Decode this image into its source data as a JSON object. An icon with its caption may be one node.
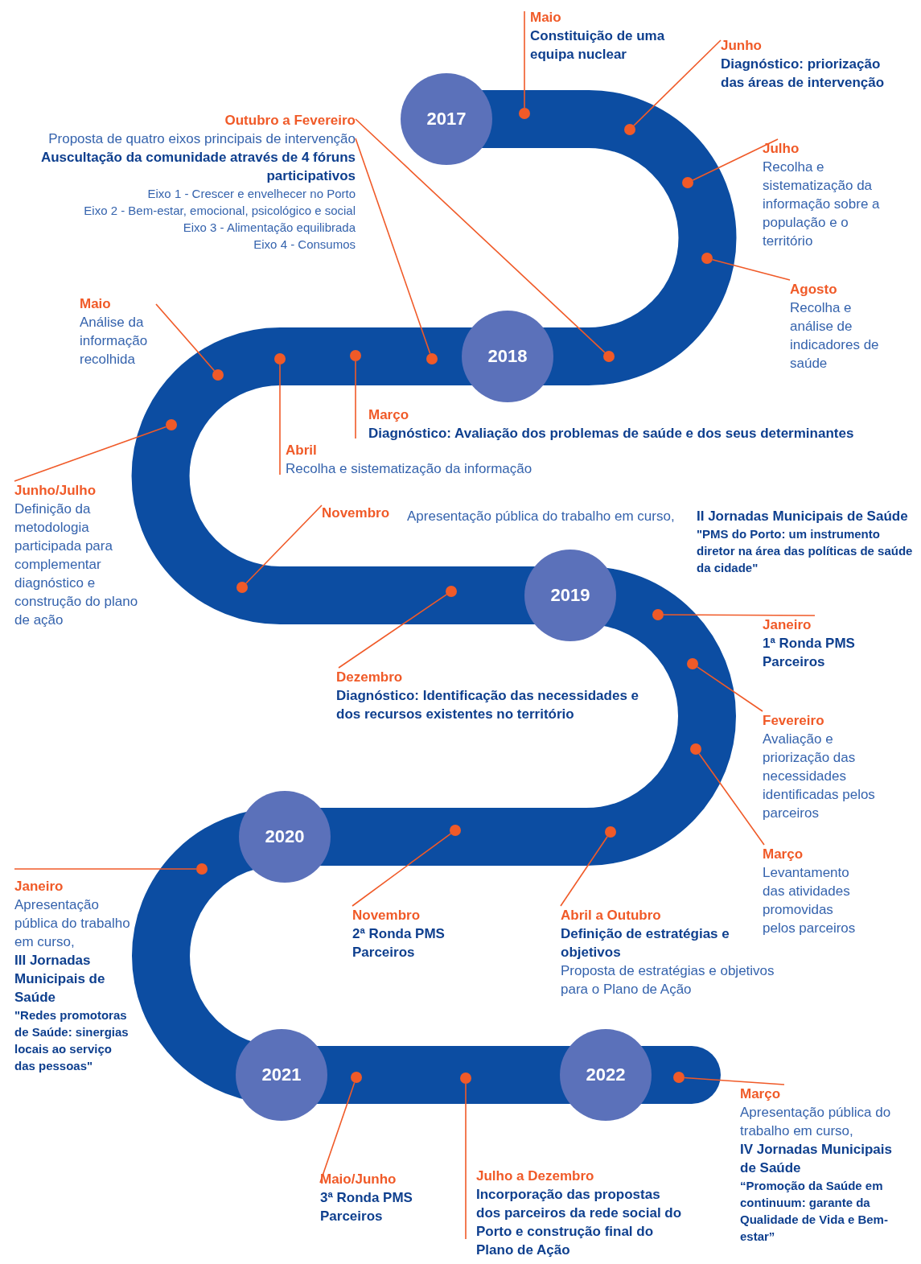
{
  "diagram": {
    "nodes": [
      {
        "text": [
          "2017"
        ]
      },
      {
        "text": [
          "Maio",
          "Constituição de uma equipa nuclear"
        ]
      },
      {
        "text": [],
        "shape": "circle"
      },
      {
        "text": [
          "Junho",
          "Diagnóstico: priorização das áreas de intervenção"
        ]
      },
      {
        "text": [],
        "shape": "circle"
      },
      {
        "text": [
          "Julho",
          "Recolha e sistematização da informação sobre a população e o território"
        ]
      },
      {
        "text": [],
        "shape": "circle"
      },
      {
        "text": [
          "Agosto",
          "Recolha e análise de indicadores de saúde"
        ]
      },
      {
        "text": [],
        "shape": "circle"
      },
      {
        "text": [
          "2018"
        ]
      },
      {
        "text": [
          "Outubro a Fevereiro",
          "Proposta de quatro eixos principais de intervenção",
          "Auscultação da comunidade através de 4 fóruns participativos",
          "Eixo 1 - Crescer e envelhecer no Porto",
          "Eixo 2 - Bem-estar, emocional, psicológico e social",
          "Eixo 3 - Alimentação equilibrada",
          "Eixo 4 - Consumos"
        ]
      },
      {
        "text": [],
        "shape": "circle"
      },
      {
        "text": [],
        "shape": "circle"
      },
      {
        "text": [
          "Maio",
          "Análise da informação recolhida"
        ]
      },
      {
        "text": [],
        "shape": "circle"
      },
      {
        "text": [
          "Abril",
          "Recolha e sistematização da informação"
        ]
      },
      {
        "text": [],
        "shape": "circle"
      },
      {
        "text": [
          "Março",
          "Diagnóstico: Avaliação dos problemas de saúde e dos seus determinantes"
        ]
      },
      {
        "text": [],
        "shape": "circle"
      },
      {
        "text": [
          "Junho/Julho",
          "Definição da metodologia participada para complementar diagnóstico e construção do plano de ação"
        ]
      },
      {
        "text": [],
        "shape": "circle"
      },
      {
        "text": [
          "Novembro",
          "Apresentação pública do trabalho em curso,",
          "II Jornadas Municipais de Saúde",
          "\"PMS do Porto: um instrumento diretor na área das políticas de saúde da cidade\""
        ]
      },
      {
        "text": [],
        "shape": "circle"
      },
      {
        "text": [
          "Dezembro",
          "Diagnóstico: Identificação das necessidades e dos recursos existentes no território"
        ]
      },
      {
        "text": [],
        "shape": "circle"
      },
      {
        "text": [
          "2019"
        ]
      },
      {
        "text": [
          "Janeiro",
          "1ª Ronda PMS Parceiros"
        ]
      },
      {
        "text": [],
        "shape": "circle"
      },
      {
        "text": [
          "Fevereiro",
          "Avaliação e priorização das necessidades identificadas pelos parceiros"
        ]
      },
      {
        "text": [],
        "shape": "circle"
      },
      {
        "text": [
          "Março",
          "Levantamento das atividades promovidas pelos parceiros"
        ]
      },
      {
        "text": [],
        "shape": "circle"
      },
      {
        "text": [
          "2020"
        ]
      },
      {
        "text": [
          "Novembro",
          "2ª Ronda PMS Parceiros"
        ]
      },
      {
        "text": [],
        "shape": "circle"
      },
      {
        "text": [
          "Abril a Outubro",
          "Definição de estratégias e objetivos",
          "Proposta de estratégias e objetivos para o Plano de Ação"
        ]
      },
      {
        "text": [],
        "shape": "circle"
      },
      {
        "text": [
          "Janeiro",
          "Apresentação pública do trabalho em curso,",
          "III Jornadas Municipais de Saúde",
          "\"Redes promotoras de Saúde: sinergias locais ao serviço das pessoas\""
        ]
      },
      {
        "text": [],
        "shape": "circle"
      },
      {
        "text": [
          "2021"
        ]
      },
      {
        "text": [
          "Maio/Junho",
          "3ª Ronda PMS Parceiros"
        ]
      },
      {
        "text": [],
        "shape": "circle"
      },
      {
        "text": [
          "Julho a Dezembro",
          "Incorporação das propostas dos parceiros da rede social do Porto e construção final do Plano de Ação"
        ]
      },
      {
        "text": [],
        "shape": "circle"
      },
      {
        "text": [
          "2022"
        ]
      },
      {
        "text": [
          "Março",
          "Apresentação pública do trabalho em curso,",
          "IV Jornadas Municipais de Saúde",
          "“Promoção da Saúde em continuum: garante da Qualidade de Vida e Bem-estar”"
        ]
      },
      {
        "text": [],
        "shape": "circle"
      }
    ],
    "edges": [
      {
        "from": 1,
        "to": 2,
        "arrow": "none"
      },
      {
        "from": 3,
        "to": 4,
        "arrow": "none"
      },
      {
        "from": 5,
        "to": 6,
        "arrow": "none"
      },
      {
        "from": 7,
        "to": 8,
        "arrow": "none"
      },
      {
        "from": 10,
        "to": 11,
        "arrow": "none"
      },
      {
        "from": 10,
        "to": 12,
        "arrow": "none"
      },
      {
        "from": 13,
        "to": 14,
        "arrow": "none"
      },
      {
        "from": 15,
        "to": 16,
        "arrow": "none"
      },
      {
        "from": 17,
        "to": 18,
        "arrow": "none"
      },
      {
        "from": 19,
        "to": 20,
        "arrow": "none"
      },
      {
        "from": 21,
        "to": 22,
        "arrow": "none"
      },
      {
        "from": 23,
        "to": 24,
        "arrow": "none"
      },
      {
        "from": 26,
        "to": 27,
        "arrow": "none"
      },
      {
        "from": 28,
        "to": 29,
        "arrow": "none"
      },
      {
        "from": 30,
        "to": 31,
        "arrow": "none"
      },
      {
        "from": 33,
        "to": 34,
        "arrow": "none"
      },
      {
        "from": 35,
        "to": 36,
        "arrow": "none"
      },
      {
        "from": 37,
        "to": 38,
        "arrow": "none"
      },
      {
        "from": 40,
        "to": 41,
        "arrow": "none"
      },
      {
        "from": 42,
        "to": 43,
        "arrow": "none"
      },
      {
        "from": 45,
        "to": 46,
        "arrow": "none"
      }
    ]
  }
}
